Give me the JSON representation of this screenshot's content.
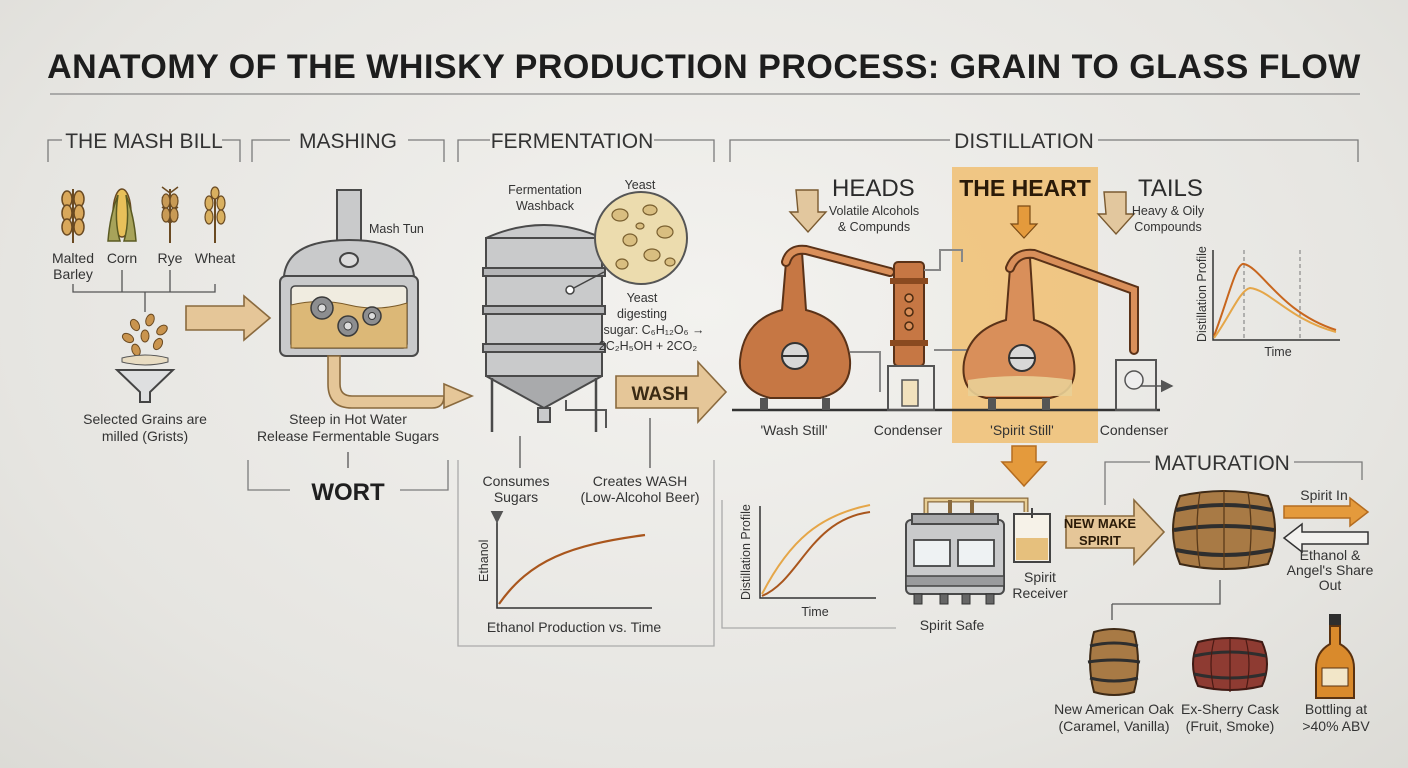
{
  "title": "ANATOMY OF THE WHISKY PRODUCTION PROCESS: GRAIN TO GLASS FLOW",
  "sections": {
    "mash_bill": {
      "heading": "THE MASH BILL",
      "grains": [
        "Malted Barley",
        "Corn",
        "Rye",
        "Wheat"
      ],
      "malted_line1": "Malted",
      "malted_line2": "Barley",
      "milled_line1": "Selected Grains are",
      "milled_line2": "milled (Grists)"
    },
    "mashing": {
      "heading": "MASHING",
      "mash_tun": "Mash Tun",
      "steep_line1": "Steep in Hot Water",
      "steep_line2": "Release Fermentable Sugars",
      "wort": "WORT"
    },
    "fermentation": {
      "heading": "FERMENTATION",
      "washback_line1": "Fermentation",
      "washback_line2": "Washback",
      "yeast": "Yeast",
      "digest_line1": "Yeast",
      "digest_line2": "digesting",
      "digest_line3": "sugar: C₆H₁₂O₆ →",
      "digest_line4": "2C₂H₅OH + 2CO₂",
      "consumes_line1": "Consumes",
      "consumes_line2": "Sugars",
      "creates_line1": "Creates WASH",
      "creates_line2": "(Low-Alcohol Beer)",
      "wash": "WASH",
      "chart_ylabel": "Ethanol",
      "chart_caption": "Ethanol Production vs. Time"
    },
    "distillation": {
      "heading": "DISTILLATION",
      "heads": "HEADS",
      "heads_line1": "Volatile Alcohols",
      "heads_line2": "& Compunds",
      "heart": "THE HEART",
      "tails": "TAILS",
      "tails_line1": "Heavy & Oily",
      "tails_line2": "Compounds",
      "wash_still": "'Wash Still'",
      "condenser": "Condenser",
      "spirit_still": "'Spirit Still'",
      "profile_ylabel": "Distillation Profile",
      "profile_xlabel": "Time",
      "spirit_safe": "Spirit Safe",
      "receiver_line1": "Spirit",
      "receiver_line2": "Receiver"
    },
    "maturation": {
      "heading": "MATURATION",
      "new_make_line1": "NEW MAKE",
      "new_make_line2": "SPIRIT",
      "spirit_in": "Spirit In",
      "out_line1": "Ethanol &",
      "out_line2": "Angel's Share",
      "out_line3": "Out",
      "oak_line1": "New American Oak",
      "oak_line2": "(Caramel, Vanilla)",
      "sherry_line1": "Ex-Sherry Cask",
      "sherry_line2": "(Fruit, Smoke)",
      "bottle_line1": "Bottling at",
      "bottle_line2": ">40% ABV"
    }
  },
  "colors": {
    "copper": "#c67744",
    "heart_band": "#f0bf72",
    "arrow_fill": "#e5c698",
    "orange_arrow": "#e49a3c",
    "steel": "#c9cacb"
  }
}
